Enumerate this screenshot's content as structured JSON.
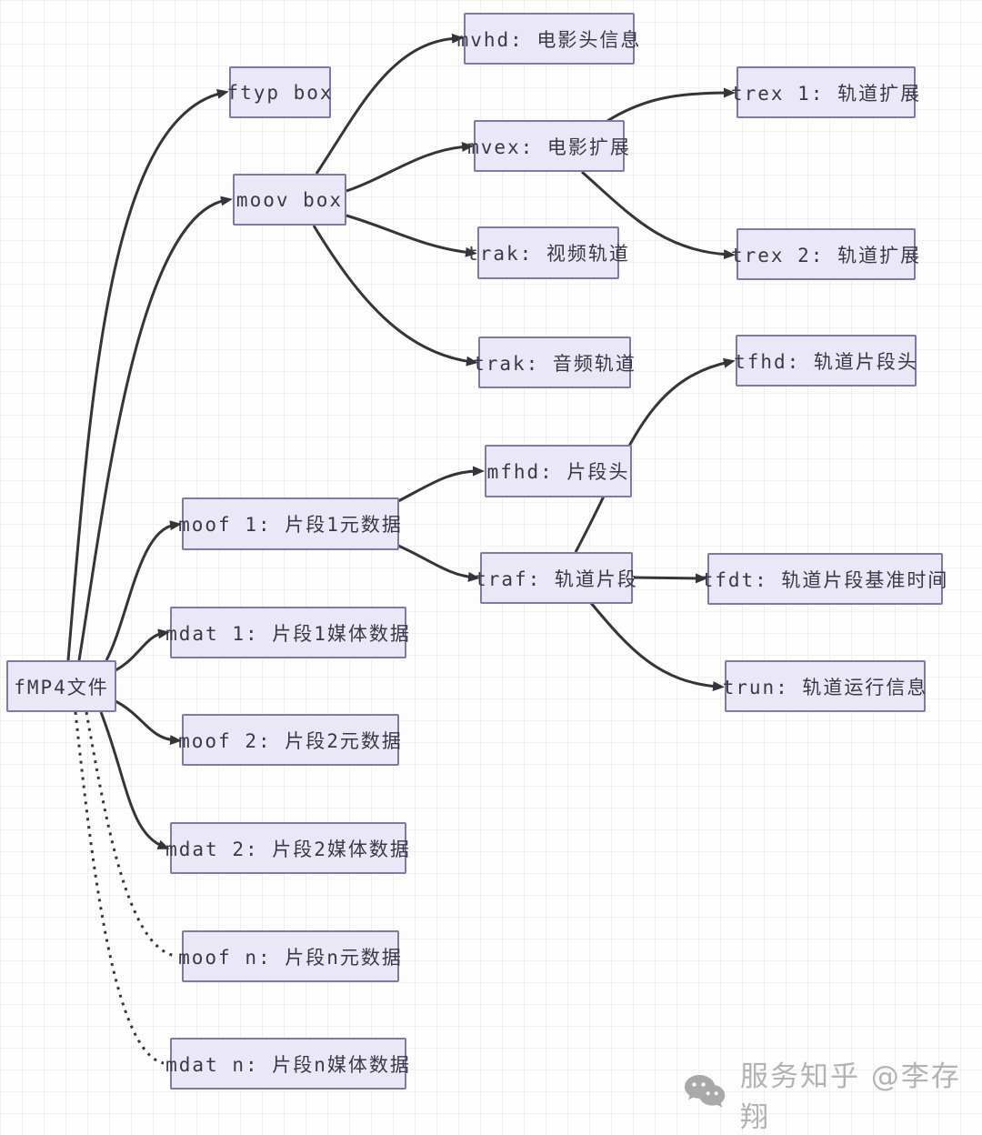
{
  "diagram": {
    "subject": "fMP4 file box structure",
    "nodes": {
      "fmp4": {
        "label": "fMP4文件"
      },
      "ftyp": {
        "label": "ftyp box"
      },
      "moov": {
        "label": "moov box"
      },
      "mvhd": {
        "label": "mvhd: 电影头信息"
      },
      "mvex": {
        "label": "mvex: 电影扩展"
      },
      "trex1": {
        "label": "trex 1: 轨道扩展"
      },
      "trex2": {
        "label": "trex 2: 轨道扩展"
      },
      "trak_video": {
        "label": "trak: 视频轨道"
      },
      "trak_audio": {
        "label": "trak: 音频轨道"
      },
      "moof1": {
        "label": "moof 1: 片段1元数据"
      },
      "mdat1": {
        "label": "mdat 1: 片段1媒体数据"
      },
      "moof2": {
        "label": "moof 2: 片段2元数据"
      },
      "mdat2": {
        "label": "mdat 2: 片段2媒体数据"
      },
      "moofn": {
        "label": "moof n: 片段n元数据"
      },
      "mdatn": {
        "label": "mdat n: 片段n媒体数据"
      },
      "mfhd": {
        "label": "mfhd: 片段头"
      },
      "traf": {
        "label": "traf: 轨道片段"
      },
      "tfhd": {
        "label": "tfhd: 轨道片段头"
      },
      "tfdt": {
        "label": "tfdt: 轨道片段基准时间"
      },
      "trun": {
        "label": "trun: 轨道运行信息"
      }
    },
    "edges": [
      {
        "from": "fmp4",
        "to": "ftyp",
        "style": "solid"
      },
      {
        "from": "fmp4",
        "to": "moov",
        "style": "solid"
      },
      {
        "from": "fmp4",
        "to": "moof1",
        "style": "solid"
      },
      {
        "from": "fmp4",
        "to": "mdat1",
        "style": "solid"
      },
      {
        "from": "fmp4",
        "to": "moof2",
        "style": "solid"
      },
      {
        "from": "fmp4",
        "to": "mdat2",
        "style": "solid"
      },
      {
        "from": "fmp4",
        "to": "moofn",
        "style": "dotted"
      },
      {
        "from": "fmp4",
        "to": "mdatn",
        "style": "dotted"
      },
      {
        "from": "moov",
        "to": "mvhd",
        "style": "solid"
      },
      {
        "from": "moov",
        "to": "mvex",
        "style": "solid"
      },
      {
        "from": "moov",
        "to": "trak_video",
        "style": "solid"
      },
      {
        "from": "moov",
        "to": "trak_audio",
        "style": "solid"
      },
      {
        "from": "mvex",
        "to": "trex1",
        "style": "solid"
      },
      {
        "from": "mvex",
        "to": "trex2",
        "style": "solid"
      },
      {
        "from": "moof1",
        "to": "mfhd",
        "style": "solid"
      },
      {
        "from": "moof1",
        "to": "traf",
        "style": "solid"
      },
      {
        "from": "traf",
        "to": "tfhd",
        "style": "solid"
      },
      {
        "from": "traf",
        "to": "tfdt",
        "style": "solid"
      },
      {
        "from": "traf",
        "to": "trun",
        "style": "solid"
      }
    ],
    "colors": {
      "node_fill": "#eae8f7",
      "node_border": "#7d7aa6",
      "edge": "#35343b",
      "text": "#3a3943",
      "grid": "#f6eff0",
      "background": "#fefdfd",
      "watermark": "#b3b3b3"
    }
  },
  "watermark": {
    "icon": "wechat-icon",
    "text": "服务知乎 @李存翔"
  }
}
